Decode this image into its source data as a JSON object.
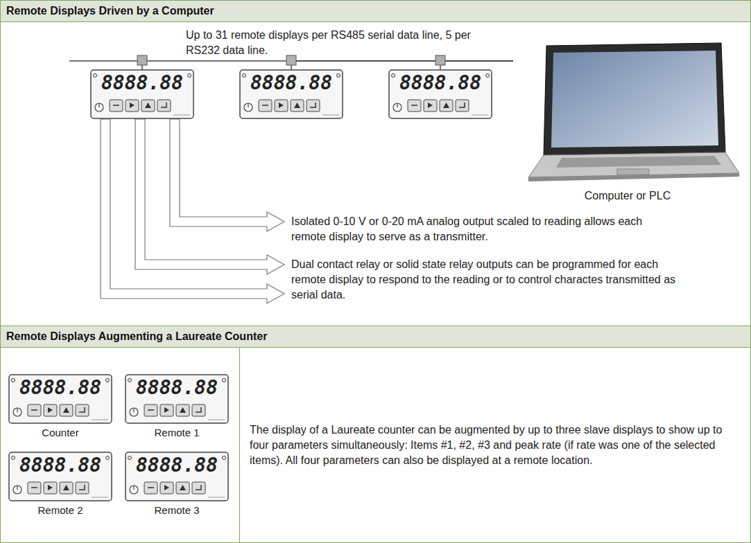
{
  "diagram": {
    "nodes": [
      {
        "text": [
          "Remote Displays Driven by a Computer"
        ]
      },
      {
        "text": [
          "8888.88"
        ],
        "in": 0
      },
      {
        "text": [
          "8888.88"
        ],
        "in": 0
      },
      {
        "text": [
          "8888.88"
        ],
        "in": 0
      },
      {
        "text": [
          "Computer or PLC"
        ],
        "in": 0
      },
      {
        "text": [
          "Remote Displays Augmenting a Laureate Counter"
        ]
      },
      {
        "text": [
          "8888.88",
          "Counter"
        ],
        "in": 5
      },
      {
        "text": [
          "8888.88",
          "Remote 1"
        ],
        "in": 5
      },
      {
        "text": [
          "8888.88",
          "Remote 2"
        ],
        "in": 5
      },
      {
        "text": [
          "8888.88",
          "Remote 3"
        ],
        "in": 5
      },
      {
        "text": [
          "The display of a Laureate counter can be augmented by up to three slave displays to show up to four parameters simultaneously: Items #1, #2, #3 and peak rate (if rate was one of the selected items). All four parameters can also be displayed at a remote location."
        ],
        "in": 5
      }
    ],
    "edges": [
      {
        "from": 1,
        "to": 4,
        "arrow": "none"
      },
      {
        "from": 2,
        "to": 4,
        "arrow": "none"
      },
      {
        "from": 3,
        "to": 4,
        "arrow": "none"
      }
    ],
    "labels": [
      "Up to 31 remote displays per RS485 serial data line, 5 per RS232 data line.",
      "Isolated 0-10 V or 0-20 mA analog output scaled to reading allows each remote display to serve as a transmitter.",
      "Dual contact relay or solid state relay outputs can be programmed for each remote display to respond to the reading or to control charactes transmitted as serial data."
    ]
  }
}
